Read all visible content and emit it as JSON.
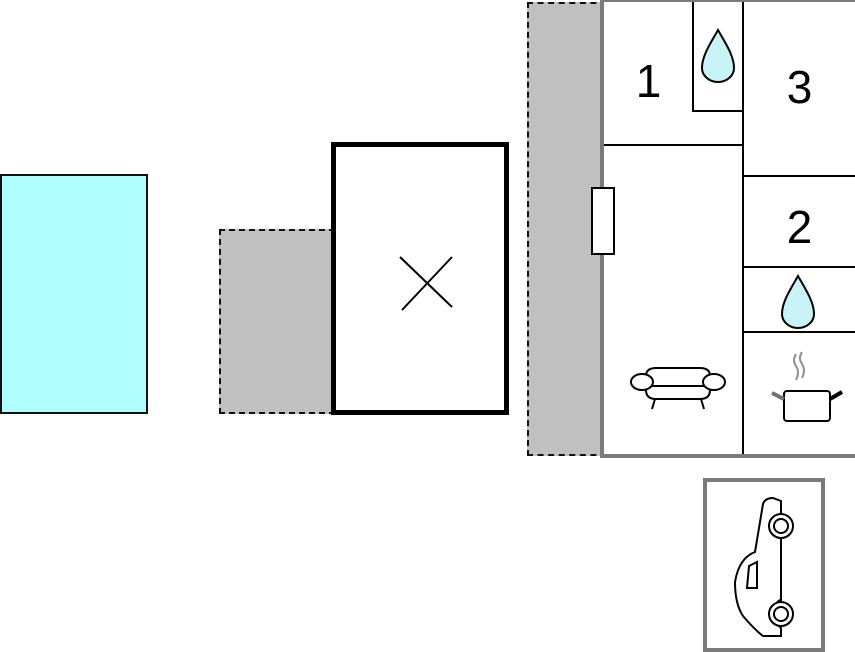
{
  "floorplan": {
    "colors": {
      "pool": "#b0ffff",
      "terrace": "#c0c0c0",
      "wall_outer": "#7a7a7a",
      "wall_inner": "#000000",
      "water_drop": "#c8f4f8",
      "steam": "#909090"
    },
    "areas": [
      {
        "id": "pool",
        "type": "pool"
      },
      {
        "id": "terrace-left",
        "type": "terrace"
      },
      {
        "id": "annex",
        "type": "building",
        "icon": "close-x-icon"
      },
      {
        "id": "terrace-main",
        "type": "terrace"
      },
      {
        "id": "house",
        "type": "building"
      },
      {
        "id": "garage",
        "type": "parking",
        "icon": "car-icon"
      }
    ],
    "rooms": {
      "bedroom1": {
        "label": "1",
        "type": "bedroom"
      },
      "bedroom2": {
        "label": "2",
        "type": "bedroom"
      },
      "bedroom3": {
        "label": "3",
        "type": "bedroom"
      },
      "bathroom1": {
        "type": "bathroom",
        "icon": "water-drop-icon"
      },
      "bathroom2": {
        "type": "bathroom",
        "icon": "water-drop-icon"
      },
      "living": {
        "type": "living-room",
        "icon": "sofa-icon"
      },
      "kitchen": {
        "type": "kitchen",
        "icon": "cooking-pot-icon"
      }
    }
  }
}
